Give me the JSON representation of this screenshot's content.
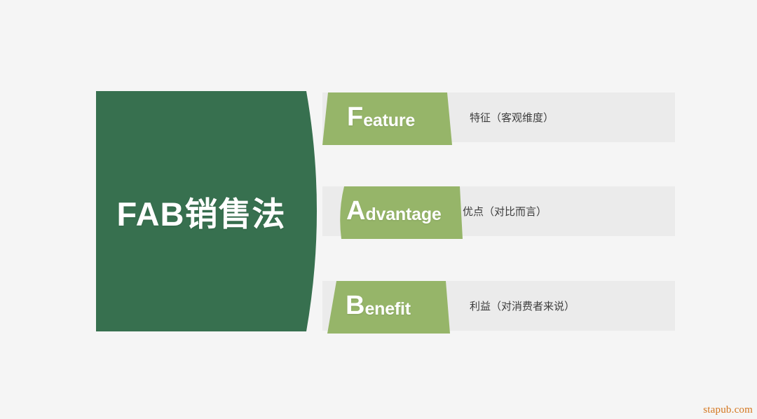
{
  "page": {
    "background_color": "#f5f5f5",
    "watermark": "stapub.com",
    "watermark_color": "#d4761e"
  },
  "hero": {
    "title": "FAB销售法",
    "fill_color": "#37704f",
    "text_color": "#ffffff"
  },
  "palette": {
    "dark_green": "#37704f",
    "light_green": "#96b569",
    "row_band": "#ebebeb",
    "description_text": "#3d3d3d"
  },
  "rows": [
    {
      "id": "feature",
      "initial": "F",
      "rest": "eature",
      "full_label": "Feature",
      "description": "特征（客观维度）",
      "tag_color": "#96b569",
      "band_color": "#ebebeb"
    },
    {
      "id": "advantage",
      "initial": "A",
      "rest": "dvantage",
      "full_label": "Advantage",
      "description": "优点（对比而言）",
      "tag_color": "#96b569",
      "band_color": "#ebebeb"
    },
    {
      "id": "benefit",
      "initial": "B",
      "rest": "enefit",
      "full_label": "Benefit",
      "description": "利益（对消费者来说）",
      "tag_color": "#96b569",
      "band_color": "#ebebeb"
    }
  ]
}
